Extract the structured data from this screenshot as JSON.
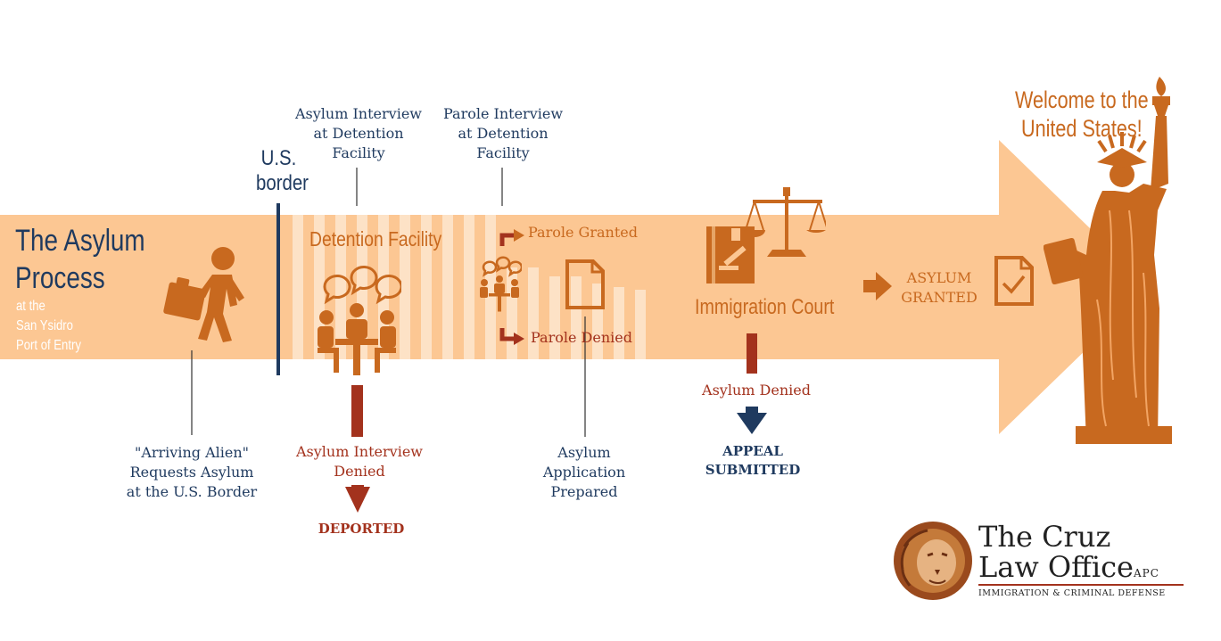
{
  "title": {
    "line1": "The Asylum",
    "line2": "Process",
    "sub1": "at the",
    "sub2": "San Ysidro",
    "sub3": "Port of Entry"
  },
  "border": {
    "line1": "U.S.",
    "line2": "border"
  },
  "detention": {
    "label": "Detention Facility",
    "asylum_interview": [
      "Asylum Interview",
      "at Detention",
      "Facility"
    ],
    "parole_interview": [
      "Parole Interview",
      "at Detention",
      "Facility"
    ],
    "interview_denied": [
      "Asylum Interview",
      "Denied"
    ],
    "deported": "DEPORTED"
  },
  "parole": {
    "granted": "Parole Granted",
    "denied": "Parole Denied"
  },
  "arriving": [
    "\"Arriving Alien\"",
    "Requests Asylum",
    "at the U.S. Border"
  ],
  "application": [
    "Asylum",
    "Application",
    "Prepared"
  ],
  "court": {
    "label": "Immigration Court",
    "denied": "Asylum Denied",
    "appeal": [
      "APPEAL",
      "SUBMITTED"
    ]
  },
  "granted": [
    "ASYLUM",
    "GRANTED"
  ],
  "welcome": [
    "Welcome to the",
    "United States!"
  ],
  "logo": {
    "line1": "The Cruz",
    "line2": "Law Office",
    "suffix": "APC",
    "tagline": "IMMIGRATION & CRIMINAL DEFENSE"
  },
  "colors": {
    "band": "#fcc793",
    "orange": "#c8691f",
    "navy": "#1f3a5f",
    "red": "#a3321d"
  }
}
